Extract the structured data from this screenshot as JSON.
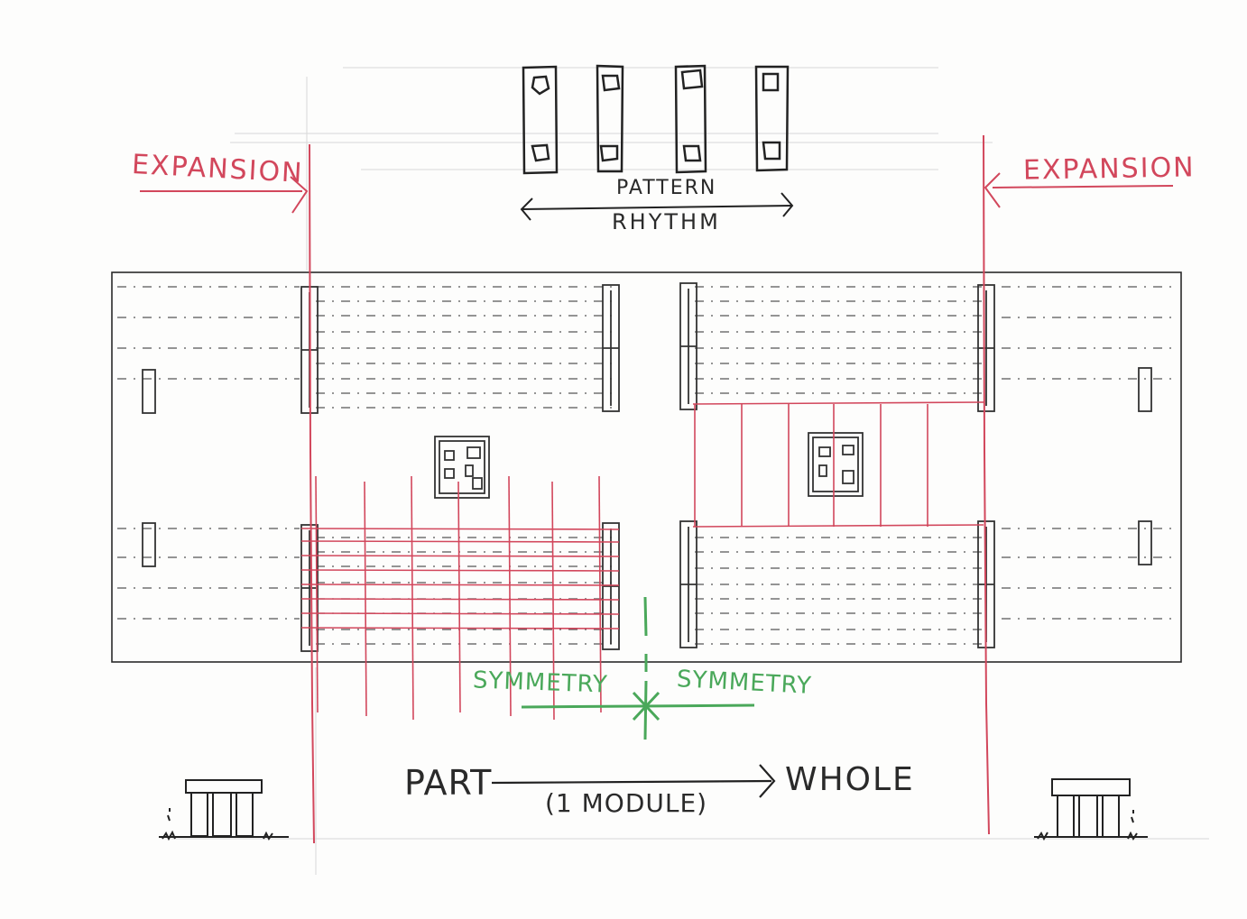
{
  "labels": {
    "expansion_left": "EXPANSION",
    "expansion_right": "EXPANSION",
    "pattern": "PATTERN",
    "rhythm": "RHYTHM",
    "symmetry_left": "SYMMETRY",
    "symmetry_right": "SYMMETRY",
    "part": "PART",
    "whole": "WHOLE",
    "module": "(1 MODULE)"
  },
  "colors": {
    "ink": "#2a2a2a",
    "red_accent": "#d2475c",
    "green_accent": "#4aa85a",
    "paper": "#fdfdfc"
  }
}
